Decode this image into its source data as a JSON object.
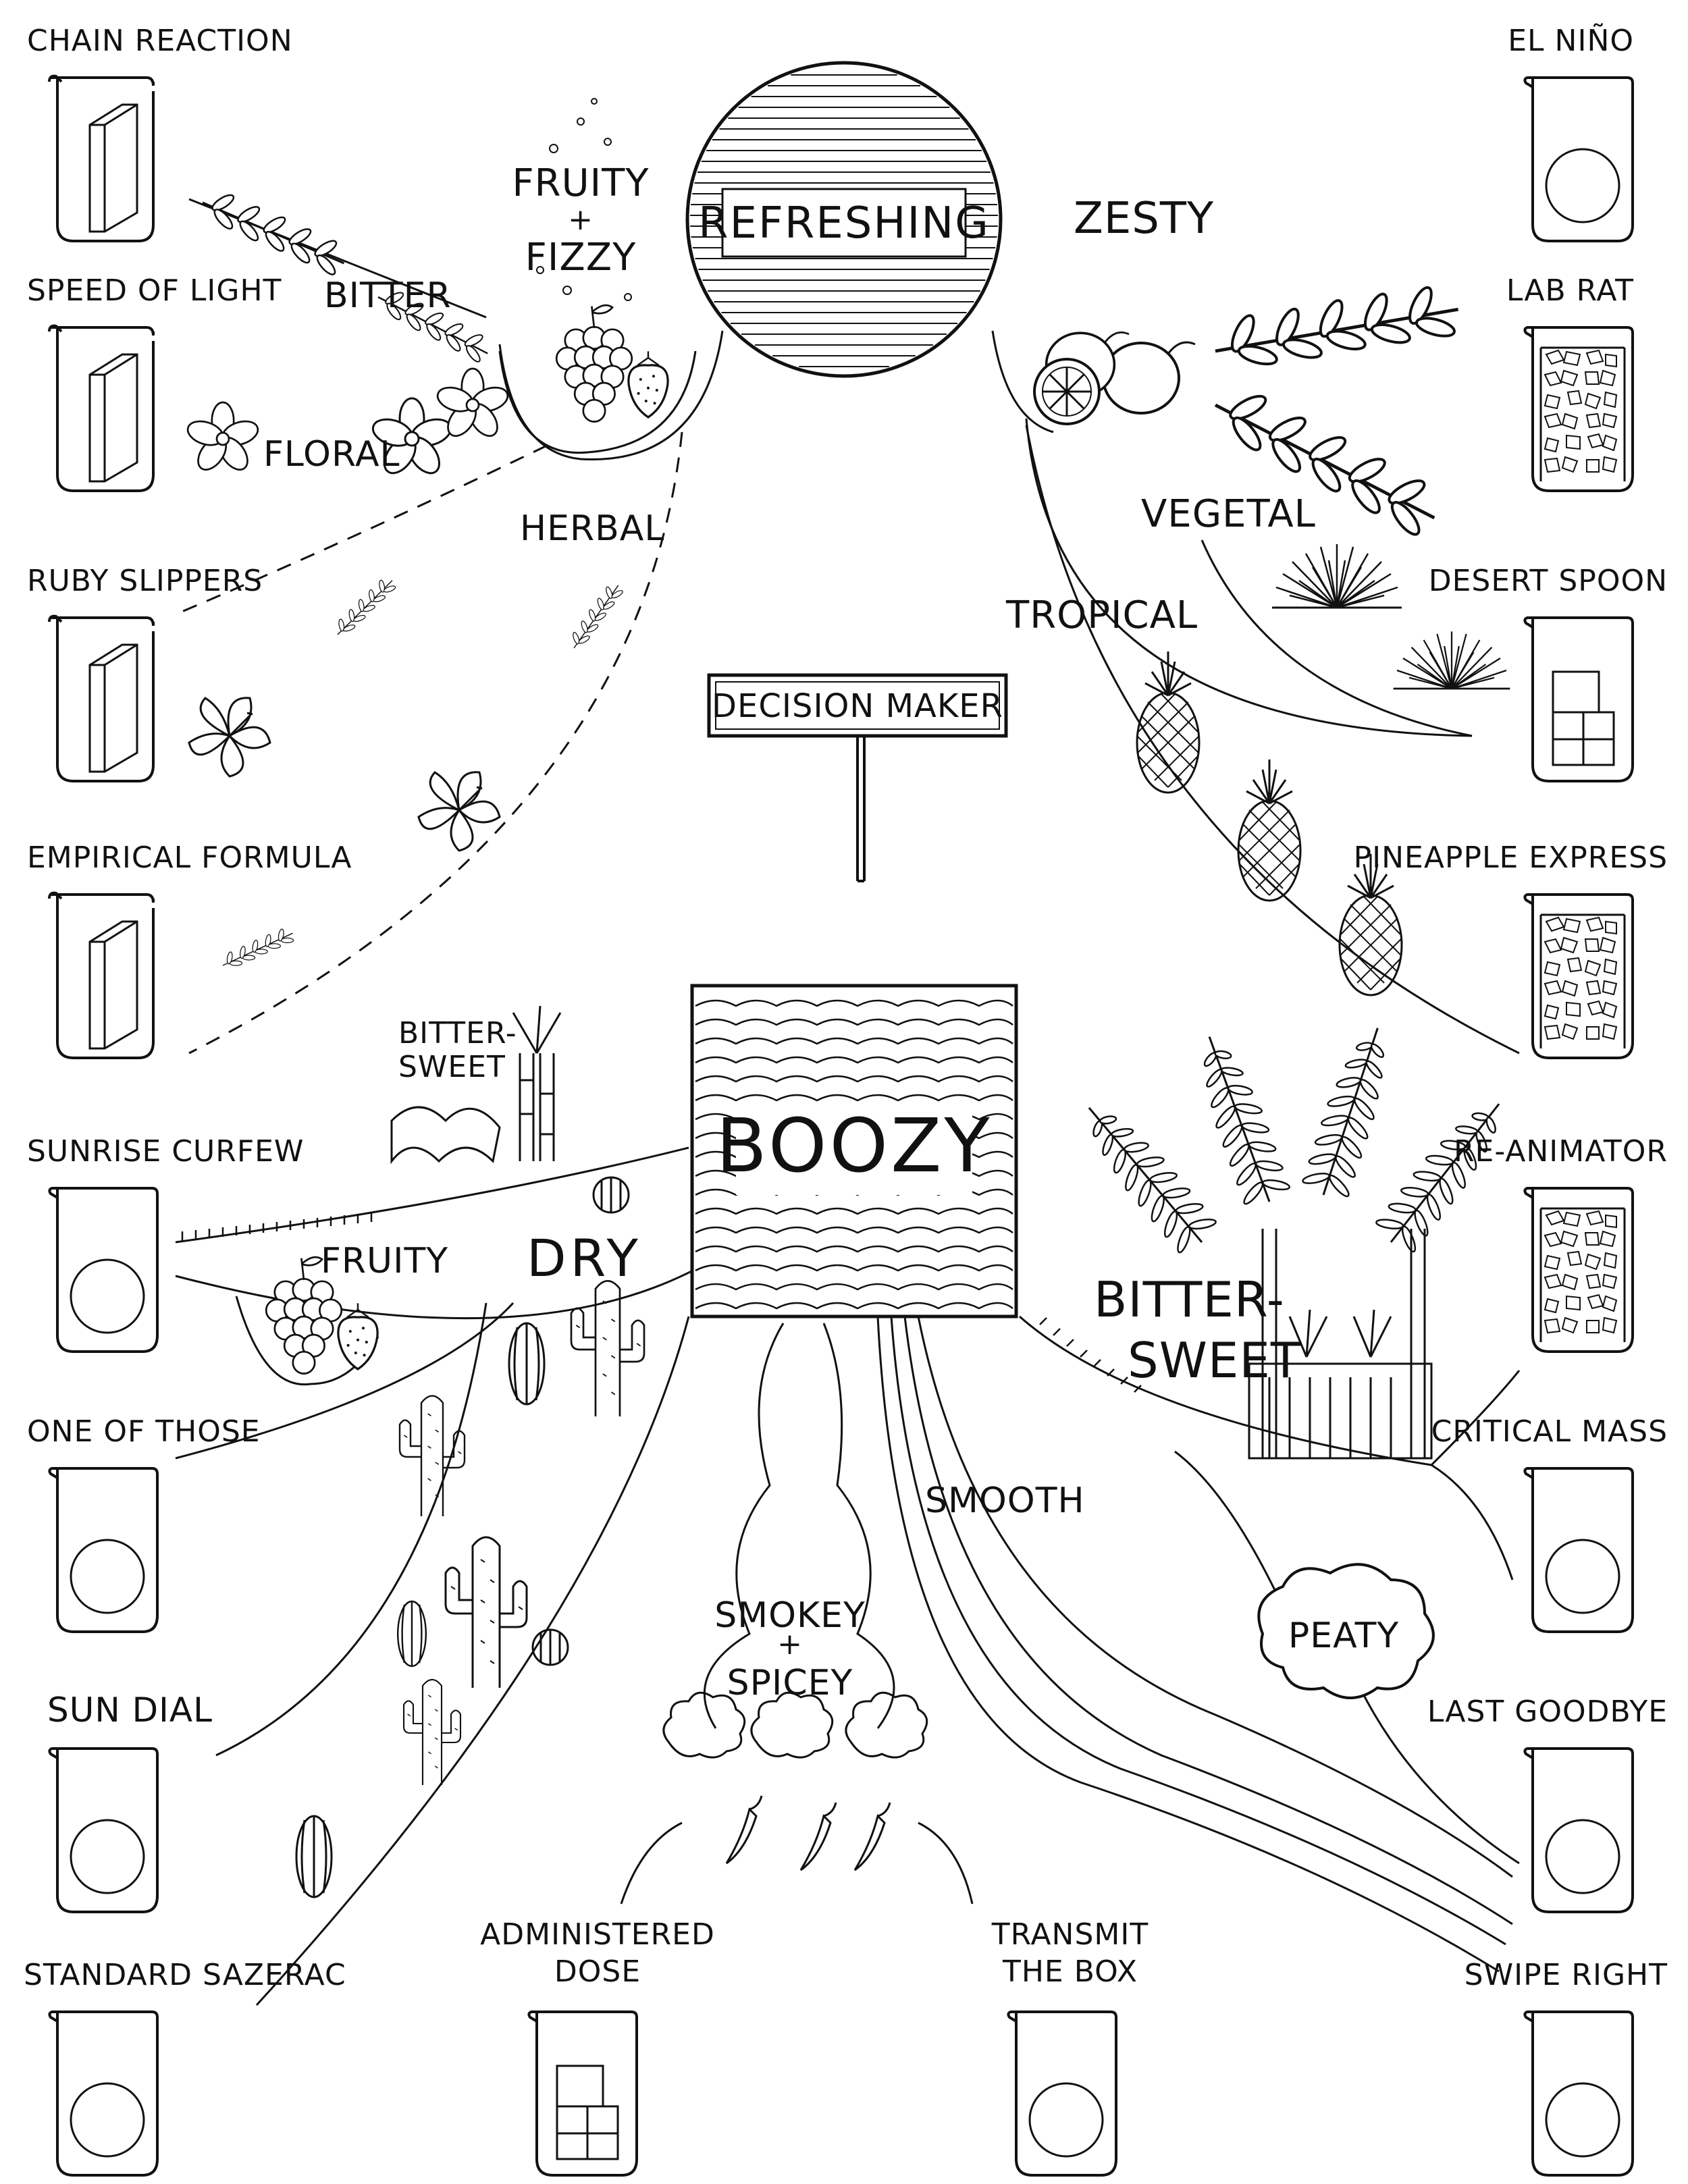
{
  "central": {
    "refreshing": "REFRESHING",
    "boozy": "BOOZY",
    "sign": "DECISION MAKER"
  },
  "categories": {
    "fruity_fizzy_1": "FRUITY",
    "fruity_fizzy_plus": "+",
    "fruity_fizzy_2": "FIZZY",
    "bitter": "BITTER",
    "floral": "FLORAL",
    "herbal": "HERBAL",
    "zesty": "ZESTY",
    "vegetal": "VEGETAL",
    "tropical": "TROPICAL",
    "bittersweet_small_1": "BITTER-",
    "bittersweet_small_2": "SWEET",
    "fruity": "FRUITY",
    "dry": "DRY",
    "bittersweet_big_1": "BITTER-",
    "bittersweet_big_2": "SWEET",
    "smooth": "SMOOTH",
    "smokey_1": "SMOKEY",
    "smokey_plus": "+",
    "smokey_2": "SPICEY",
    "peaty": "PEATY"
  },
  "drinks": {
    "chain_reaction": "CHAIN REACTION",
    "speed_of_light": "SPEED OF LIGHT",
    "ruby_slippers": "RUBY SLIPPERS",
    "empirical_formula": "EMPIRICAL FORMULA",
    "sunrise_curfew": "SUNRISE CURFEW",
    "one_of_those": "ONE OF THOSE",
    "sun_dial": "SUN DIAL",
    "standard_sazerac": "STANDARD SAZERAC",
    "administered_dose_1": "ADMINISTERED",
    "administered_dose_2": "DOSE",
    "transmit_the_box_1": "TRANSMIT",
    "transmit_the_box_2": "THE BOX",
    "el_nino": "EL NIÑO",
    "lab_rat": "LAB RAT",
    "desert_spoon": "DESERT SPOON",
    "pineapple_express": "PINEAPPLE EXPRESS",
    "re_animator": "RE-ANIMATOR",
    "critical_mass": "CRITICAL MASS",
    "last_goodbye": "LAST GOODBYE",
    "swipe_right": "SWIPE RIGHT"
  },
  "beaker_ice": {
    "chain_reaction": "collins-stick",
    "speed_of_light": "collins-stick",
    "ruby_slippers": "collins-stick",
    "empirical_formula": "collins-stick",
    "sunrise_curfew": "sphere",
    "one_of_those": "sphere",
    "sun_dial": "sphere",
    "standard_sazerac": "sphere",
    "administered_dose": "cubes",
    "transmit_the_box": "sphere",
    "el_nino": "sphere",
    "lab_rat": "crushed",
    "desert_spoon": "cubes",
    "pineapple_express": "crushed",
    "re_animator": "crushed",
    "critical_mass": "sphere",
    "last_goodbye": "sphere",
    "swipe_right": "sphere"
  },
  "colors": {
    "ink": "#111111",
    "paper": "#ffffff"
  }
}
